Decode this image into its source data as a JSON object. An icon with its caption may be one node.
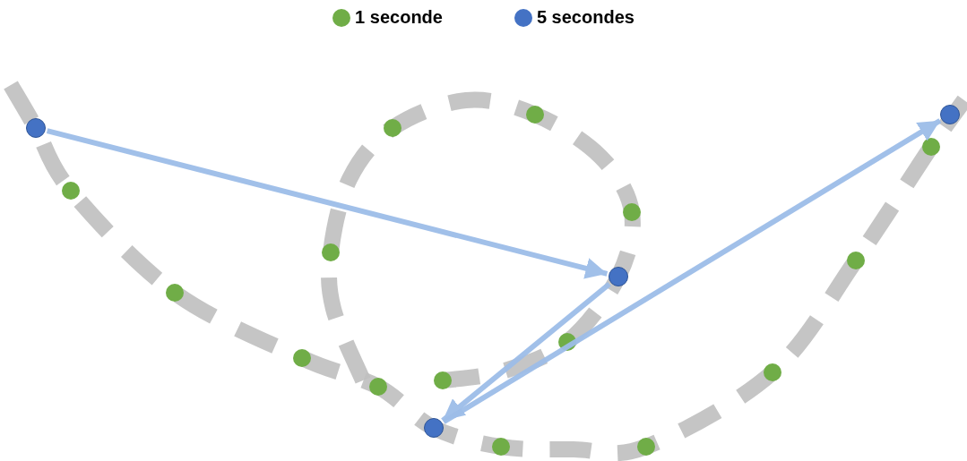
{
  "diagram": {
    "nodes": [
      {
        "text": [],
        "shape": "circle"
      },
      {
        "text": [],
        "shape": "circle"
      },
      {
        "text": [],
        "shape": "circle"
      },
      {
        "text": [],
        "shape": "circle"
      }
    ],
    "edges": [
      {
        "from": 0,
        "to": 1,
        "arrow": "to"
      },
      {
        "from": 1,
        "to": 2,
        "arrow": "to"
      },
      {
        "from": 2,
        "to": 3,
        "arrow": "to"
      }
    ],
    "legend": [
      {
        "text": "1 seconde",
        "color": "#70ad47"
      },
      {
        "text": "5 secondes",
        "color": "#4472c4"
      }
    ]
  }
}
